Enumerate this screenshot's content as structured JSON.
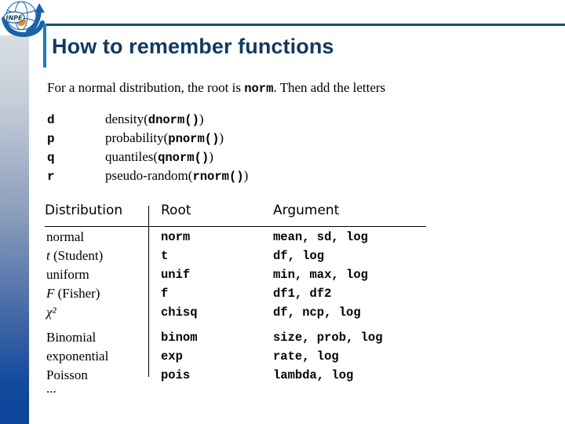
{
  "slide": {
    "title": "How to remember functions",
    "intro": {
      "before": "For a normal distribution, the root is ",
      "code": "norm",
      "after": ". Then add the letters"
    },
    "logo": {
      "text": "INPE",
      "name": "inpe-logo"
    }
  },
  "colors": {
    "title": "#123a5e",
    "rule": "#14527f",
    "accent_bar": "#1f7fb5",
    "sidebar_top": "#d9dee4",
    "sidebar_bottom": "#0e459a",
    "logo_blue": "#1763a6",
    "logo_orange": "#f08a1e"
  },
  "prefix_list": [
    {
      "key": "d",
      "desc": "density",
      "open": "(",
      "code": "dnorm()",
      "close": ")"
    },
    {
      "key": "p",
      "desc": "probability",
      "open": "(",
      "code": "pnorm()",
      "close": ")"
    },
    {
      "key": "q",
      "desc": "quantiles",
      "open": "(",
      "code": "qnorm()",
      "close": ")"
    },
    {
      "key": "r",
      "desc": "pseudo-random",
      "open": "(",
      "code": "rnorm()",
      "close": ")"
    }
  ],
  "table": {
    "headers": {
      "distribution": "Distribution",
      "root": "Root",
      "argument": "Argument"
    },
    "rows": [
      {
        "dist_plain": "normal",
        "dist_italic": "",
        "dist_tail": "",
        "root": "norm",
        "argument": "mean, sd, log"
      },
      {
        "dist_plain": "",
        "dist_italic": "t",
        "dist_tail": " (Student)",
        "root": "t",
        "argument": "df, log"
      },
      {
        "dist_plain": "uniform",
        "dist_italic": "",
        "dist_tail": "",
        "root": "unif",
        "argument": "min, max, log"
      },
      {
        "dist_plain": "",
        "dist_italic": "F",
        "dist_tail": " (Fisher)",
        "root": "f",
        "argument": "df1, df2"
      },
      {
        "dist_plain": "",
        "dist_italic": "χ²",
        "dist_tail": "",
        "root": "chisq",
        "argument": "df, ncp, log"
      },
      {
        "dist_plain": "Binomial",
        "dist_italic": "",
        "dist_tail": "",
        "root": "binom",
        "argument": "size, prob, log"
      },
      {
        "dist_plain": "exponential",
        "dist_italic": "",
        "dist_tail": "",
        "root": "exp",
        "argument": "rate, log"
      },
      {
        "dist_plain": "Poisson",
        "dist_italic": "",
        "dist_tail": "",
        "root": "pois",
        "argument": "lambda, log"
      }
    ],
    "ellipsis": "..."
  }
}
